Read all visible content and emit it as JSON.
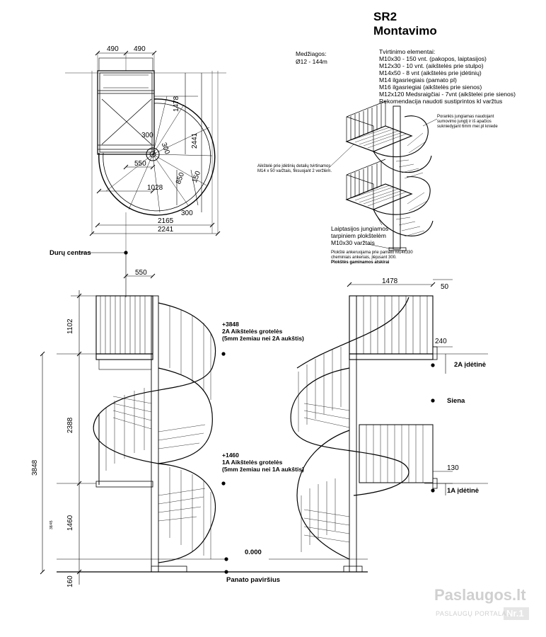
{
  "title": {
    "line1": "SR2",
    "line2": "Montavimo"
  },
  "materials": {
    "label": "Medžiagos:",
    "value": "Ø12 - 144m"
  },
  "fasteners": {
    "heading": "Tvirtinimo elementai:",
    "items": [
      "M10x30 - 150 vnt. (pakopos, laiptasijos)",
      "M12x30 - 10 vnt. (aikštelės prie stulpo)",
      "M14x50 - 8 vnt (aikštelės prie įdėtinių)",
      "M14 ilgasriegiais (pamato pl)",
      "M16 ilgasriegiai (aikštelės prie sienos)",
      "M12x120 Medsraigčiai - 7vnt (aikštelei prie sienos)",
      "Rekomendacija naudoti sustiprintos kl varžtus"
    ]
  },
  "iso_notes": {
    "railing": [
      "Porankis jungiamas naudojant",
      "sumovimo jungtį  ir iš apačios",
      "sukniedyjant 6mm mer.pl kniede"
    ],
    "landing": [
      "Aikštelė prie įdėtinių detalių tvirtinamos",
      "M14 x 50 varžtais, fiksuojant 2 veržlėm."
    ],
    "stringer": [
      "Laiptasijos jungiamos",
      "tarpiniem plokštelėm",
      "M10x30 varžtais"
    ],
    "base": [
      "Plokštė ankeruojama prie pamato M14x330",
      "cheminiais ankeriais, įlėjusant 300.",
      "Plokštės gaminamos atskirai"
    ]
  },
  "plan_dims": {
    "top_left": "490",
    "top_right": "490",
    "d1478": "1478",
    "d2441": "2441",
    "d300a": "300",
    "d300b": "300",
    "d300c": "300",
    "d550": "550",
    "d850": "850",
    "d150": "150",
    "d1028": "1028",
    "d2165": "2165",
    "d2241": "2241"
  },
  "labels": {
    "door_center": "Durų centras",
    "zero": "0.000",
    "panel_surface": "Panato paviršius",
    "wall": "Siena",
    "embed_2a": "2A įdėtinė",
    "embed_1a": "1A įdėtinė"
  },
  "level_2a": {
    "value": "+3848",
    "line1": "2A Aikštelės grotelės",
    "line2": "(5mm žemiau nei 2A aukštis)"
  },
  "level_1a": {
    "value": "+1460",
    "line1": "1A Aikštelės grotelės",
    "line2": "(5mm žemiau nei 1A aukštis)"
  },
  "elev_dims": {
    "d550": "550",
    "d1478": "1478",
    "d50": "50",
    "d240": "240",
    "d130": "130",
    "d1102": "1102",
    "d2388": "2388",
    "d3848": "3848",
    "d1460": "1460",
    "d160": "160",
    "tiny": "38/45"
  },
  "watermark": {
    "brand": "Paslaugos.lt",
    "sub": "PASLAUGŲ PORTALAS",
    "badge": "Nr.1"
  }
}
